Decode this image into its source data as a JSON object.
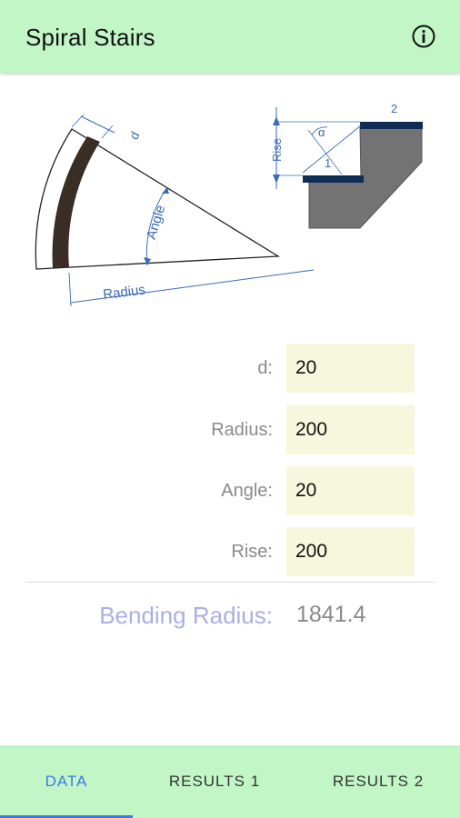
{
  "app": {
    "title": "Spiral Stairs"
  },
  "diagram": {
    "label_d": "d",
    "label_angle": "Angle",
    "label_radius": "Radius",
    "label_rise": "Rise",
    "label_alpha": "α",
    "label_one": "1",
    "label_two": "2"
  },
  "form": {
    "d_label": "d:",
    "d_value": "20",
    "radius_label": "Radius:",
    "radius_value": "200",
    "angle_label": "Angle:",
    "angle_value": "20",
    "rise_label": "Rise:",
    "rise_value": "200"
  },
  "result": {
    "label": "Bending Radius:",
    "value": "1841.4"
  },
  "tabs": [
    {
      "label": "DATA",
      "active": true
    },
    {
      "label": "RESULTS 1",
      "active": false
    },
    {
      "label": "RESULTS 2",
      "active": false
    }
  ],
  "colors": {
    "bar": "#c3f6c7",
    "accent": "#3c7be8",
    "field_bg": "#f7f7dd",
    "result_label": "#aab0e0"
  }
}
